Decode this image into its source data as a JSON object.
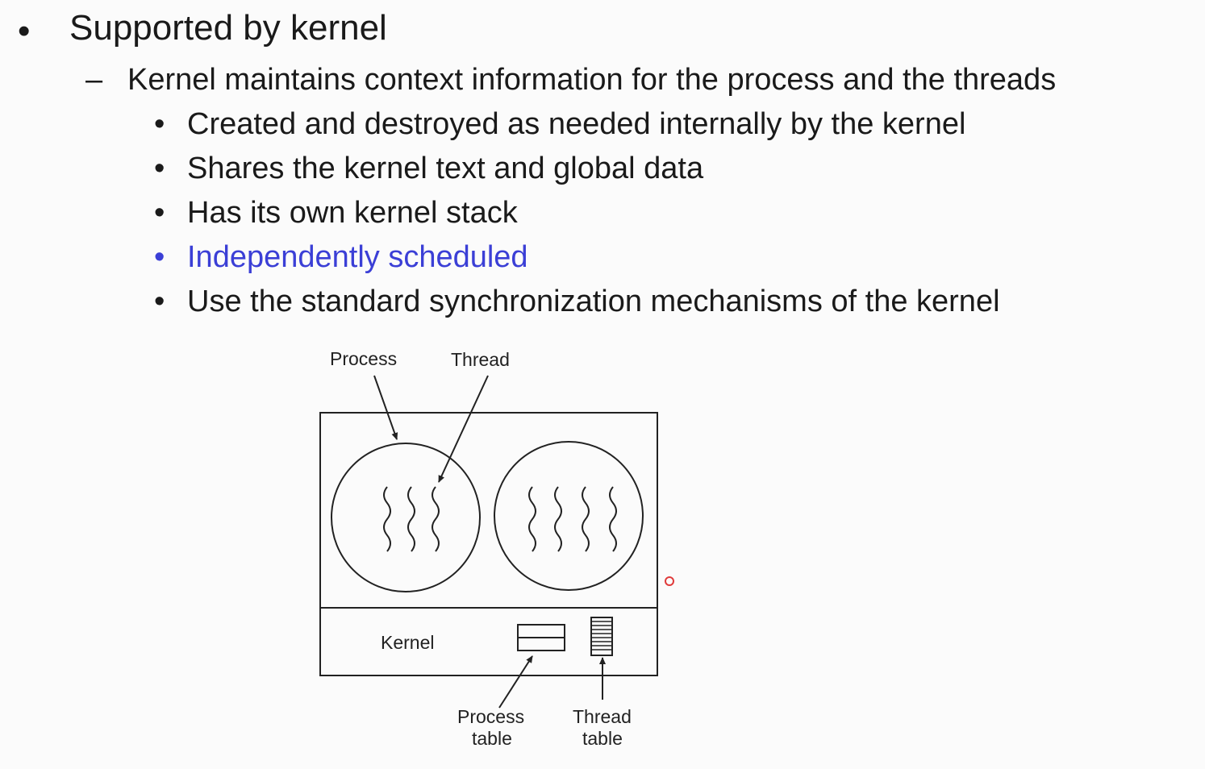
{
  "bullets": {
    "level1": {
      "marker": "•",
      "text": "Supported by kernel"
    },
    "level2": {
      "marker": "–",
      "text": "Kernel maintains context information for the process and the threads"
    },
    "level3": [
      {
        "marker": "•",
        "text": "Created and destroyed as needed internally by the kernel"
      },
      {
        "marker": "•",
        "text": "Shares the kernel text and global data"
      },
      {
        "marker": "•",
        "text": "Has its own kernel stack"
      },
      {
        "marker": "•",
        "text": "Independently scheduled",
        "color": "#3b3fd6"
      },
      {
        "marker": "•",
        "text": "Use the standard synchronization mechanisms of the kernel"
      }
    ]
  },
  "diagram": {
    "labels": {
      "process": "Process",
      "thread": "Thread",
      "kernel": "Kernel",
      "process_table_1": "Process",
      "process_table_2": "table",
      "thread_table_1": "Thread",
      "thread_table_2": "table"
    }
  },
  "colors": {
    "text": "#1a1a1a",
    "accent": "#3b3fd6",
    "pointer": "#e03b3b"
  }
}
